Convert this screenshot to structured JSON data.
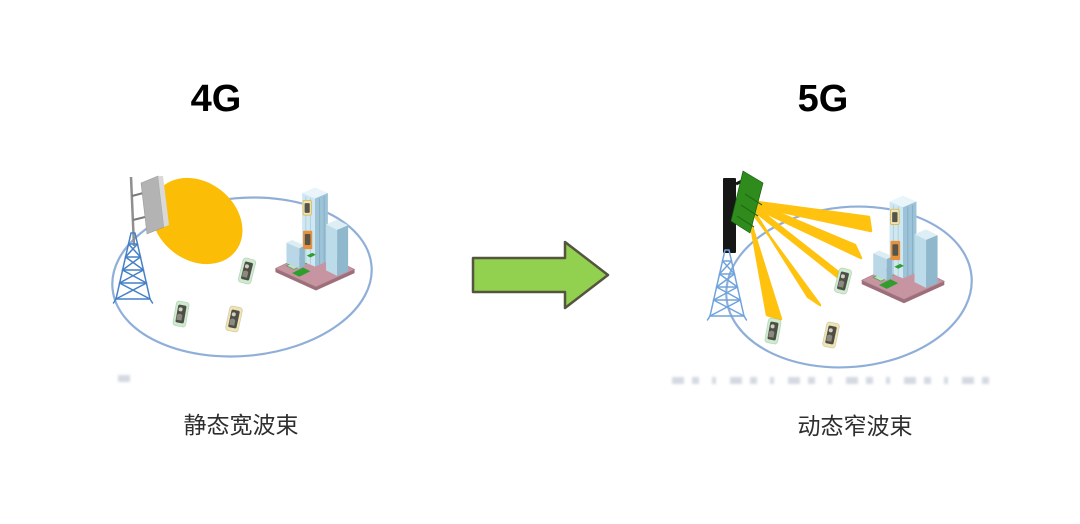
{
  "comparison": {
    "left": {
      "title": "4G",
      "caption": "静态宽波束"
    },
    "right": {
      "title": "5G",
      "caption": "动态窄波束"
    }
  },
  "colors": {
    "wide_beam": "#FCBD06",
    "narrow_beam": "#FFC20E",
    "coverage_outline": "#8FAFD9",
    "arrow_fill": "#92D050",
    "arrow_outline": "#54543F",
    "tower_4g": "#4580C6",
    "tower_5g": "#6FA3DC",
    "antenna_panel_4g": "#B3B3B3",
    "antenna_panel_5g": "#2E8B1C",
    "phone_green": "#CDEBCF",
    "phone_yellow": "#F2E3B3",
    "title_text": "#000000",
    "caption_text": "#2E2E2E"
  }
}
